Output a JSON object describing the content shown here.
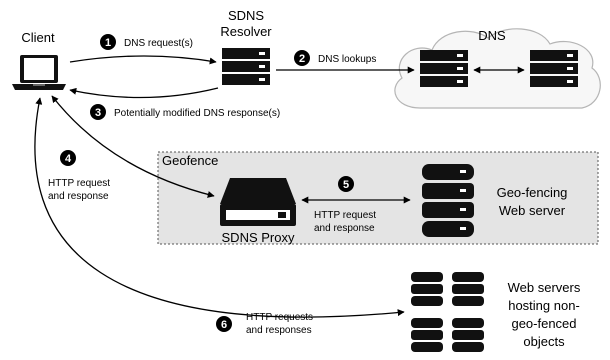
{
  "client": {
    "label": "Client"
  },
  "resolver": {
    "label_line1": "SDNS",
    "label_line2": "Resolver"
  },
  "dns_cloud": {
    "label": "DNS"
  },
  "geofence": {
    "label": "Geofence"
  },
  "proxy": {
    "label": "SDNS Proxy"
  },
  "geo_server": {
    "label_line1": "Geo-fencing",
    "label_line2": "Web server"
  },
  "web_servers": {
    "label_line1": "Web servers",
    "label_line2": "hosting non-",
    "label_line3": "geo-fenced",
    "label_line4": "objects"
  },
  "steps": [
    {
      "number": "1",
      "line1": "DNS request(s)",
      "line2": ""
    },
    {
      "number": "2",
      "line1": "DNS lookups",
      "line2": ""
    },
    {
      "number": "3",
      "line1": "Potentially modified DNS response(s)",
      "line2": ""
    },
    {
      "number": "4",
      "line1": "HTTP request",
      "line2": "and response"
    },
    {
      "number": "5",
      "line1": "HTTP request",
      "line2": "and response"
    },
    {
      "number": "6",
      "line1": "HTTP requests",
      "line2": "and responses"
    }
  ]
}
